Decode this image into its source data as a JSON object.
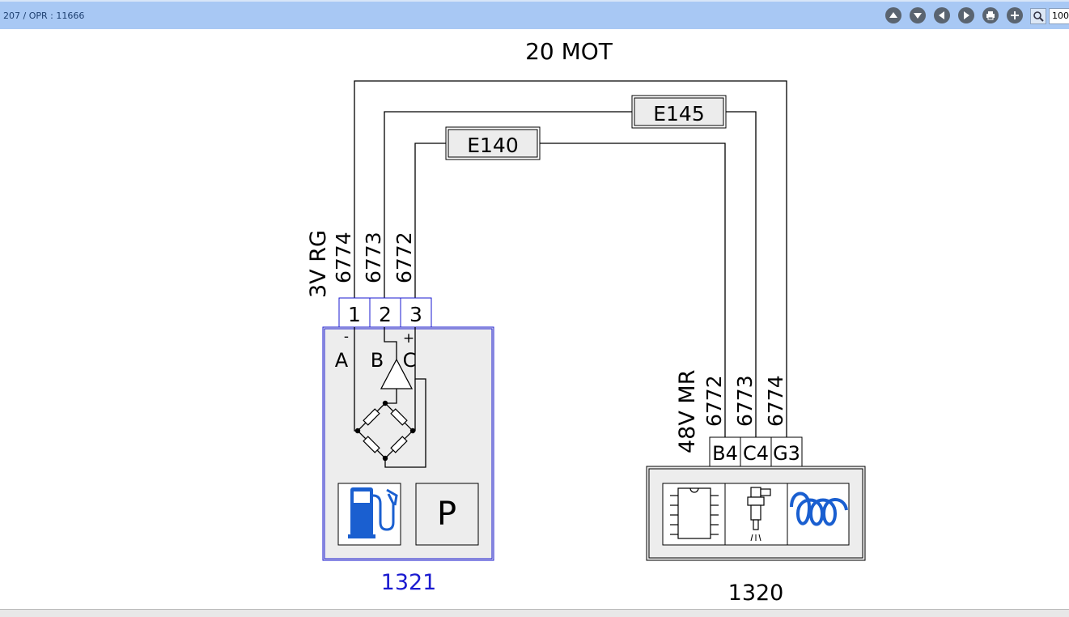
{
  "toolbar": {
    "breadcrumb": "207 / OPR : 11666",
    "zoom_value": "100",
    "buttons": [
      "up-arrow-icon",
      "down-arrow-icon",
      "left-arrow-icon",
      "right-arrow-icon",
      "print-icon",
      "plus-icon"
    ]
  },
  "diagram": {
    "harness_title": "20 MOT",
    "connector_e145": "E145",
    "connector_e140": "E140",
    "left_connector": {
      "label": "3V RG",
      "wires": [
        "6774",
        "6773",
        "6772"
      ],
      "pins": [
        "1",
        "2",
        "3"
      ]
    },
    "right_connector": {
      "label": "48V MR",
      "wires": [
        "6772",
        "6773",
        "6774"
      ],
      "pins": [
        "B4",
        "C4",
        "G3"
      ]
    },
    "sensor": {
      "terminal_minus": "-",
      "terminal_plus": "+",
      "terminal_a": "A",
      "terminal_b": "B",
      "terminal_c": "C",
      "id": "1321",
      "icons": [
        "fuel-pump-icon",
        "pressure-p-icon"
      ],
      "p_symbol": "P"
    },
    "ecu": {
      "id": "1320",
      "icons": [
        "chip-icon",
        "injector-icon",
        "coil-icon"
      ]
    },
    "colors": {
      "wire": "#000000",
      "sensor_border": "#1a1ad0",
      "fuel_icon": "#1a5fd0",
      "coil_icon": "#1a5fd0",
      "box_fill": "#ededed"
    }
  }
}
